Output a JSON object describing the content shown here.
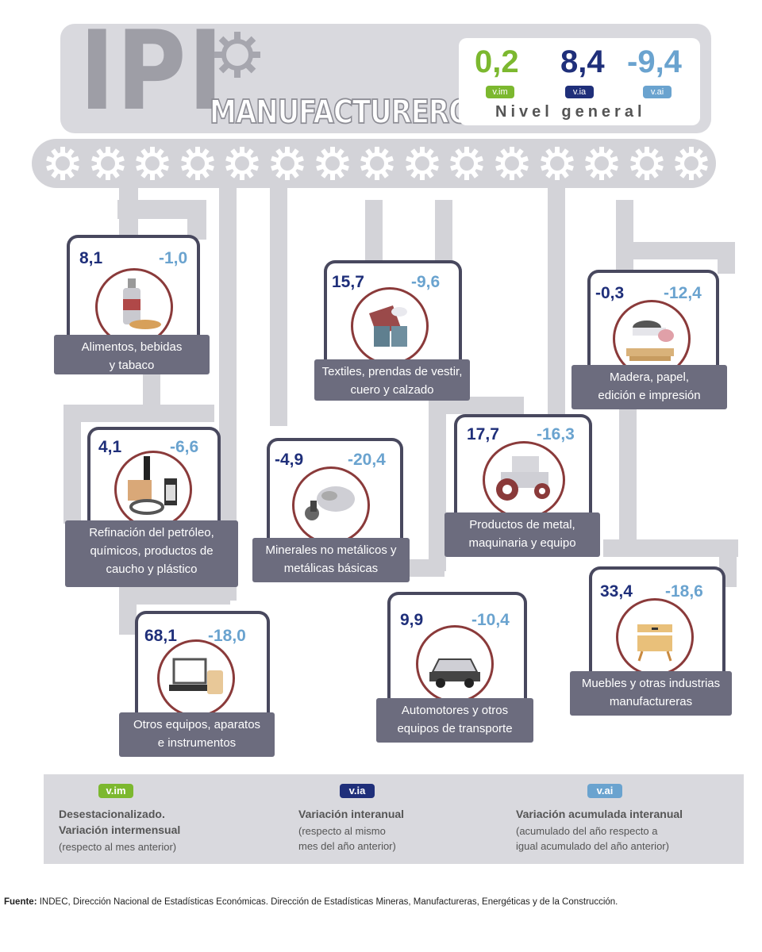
{
  "header": {
    "title": "IPI",
    "subtitle": "MANUFACTURERO",
    "summary": {
      "vim": "0,2",
      "via": "8,4",
      "vai": "-9,4",
      "vim_badge": "v.im",
      "via_badge": "v.ia",
      "vai_badge": "v.ai",
      "caption": "Nivel general"
    }
  },
  "colors": {
    "vim": "#7cb82f",
    "via": "#1f2f7a",
    "vai": "#6aa3cf",
    "card_border": "#48485e",
    "label_bg": "#6c6c7e",
    "pipe": "#d3d3d8",
    "circle": "#8a3a3a"
  },
  "sectors": [
    {
      "via": "8,1",
      "vai": "-1,0",
      "label1": "Alimentos, bebidas",
      "label2": "y tabaco",
      "icon": "bottle-icon"
    },
    {
      "via": "15,7",
      "vai": "-9,6",
      "label1": "Textiles, prendas de vestir,",
      "label2": "cuero y calzado",
      "icon": "clothes-icon"
    },
    {
      "via": "-0,3",
      "vai": "-12,4",
      "label1": "Madera, papel,",
      "label2": "edición e impresión",
      "icon": "paper-roll-icon"
    },
    {
      "via": "4,1",
      "vai": "-6,6",
      "label1": "Refinación del petróleo,",
      "label2": "químicos, productos de",
      "label3": "caucho y plástico",
      "icon": "chemicals-icon"
    },
    {
      "via": "-4,9",
      "vai": "-20,4",
      "label1": "Minerales no metálicos y",
      "label2": "metálicas básicas",
      "icon": "cement-mixer-icon"
    },
    {
      "via": "17,7",
      "vai": "-16,3",
      "label1": "Productos de metal,",
      "label2": "maquinaria y equipo",
      "icon": "tractor-icon"
    },
    {
      "via": "68,1",
      "vai": "-18,0",
      "label1": "Otros equipos, aparatos",
      "label2": "e instrumentos",
      "icon": "laptop-icon"
    },
    {
      "via": "9,9",
      "vai": "-10,4",
      "label1": "Automotores y otros",
      "label2": "equipos de transporte",
      "icon": "car-icon"
    },
    {
      "via": "33,4",
      "vai": "-18,6",
      "label1": "Muebles y otras industrias",
      "label2": "manufactureras",
      "icon": "furniture-icon"
    }
  ],
  "legend": {
    "vim": {
      "badge": "v.im",
      "title1": "Desestacionalizado.",
      "title2": "Variación intermensual",
      "sub1": "(respecto al mes anterior)"
    },
    "via": {
      "badge": "v.ia",
      "title1": "Variación interanual",
      "sub1": "(respecto al mismo",
      "sub2": "mes del año anterior)"
    },
    "vai": {
      "badge": "v.ai",
      "title1": "Variación acumulada interanual",
      "sub1": "(acumulado del año respecto a",
      "sub2": "igual acumulado del año anterior)"
    }
  },
  "source": {
    "label": "Fuente:",
    "text": " INDEC, Dirección Nacional de Estadísticas Económicas. Dirección de Estadísticas Mineras, Manufactureras, Energéticas y de la Construcción."
  }
}
